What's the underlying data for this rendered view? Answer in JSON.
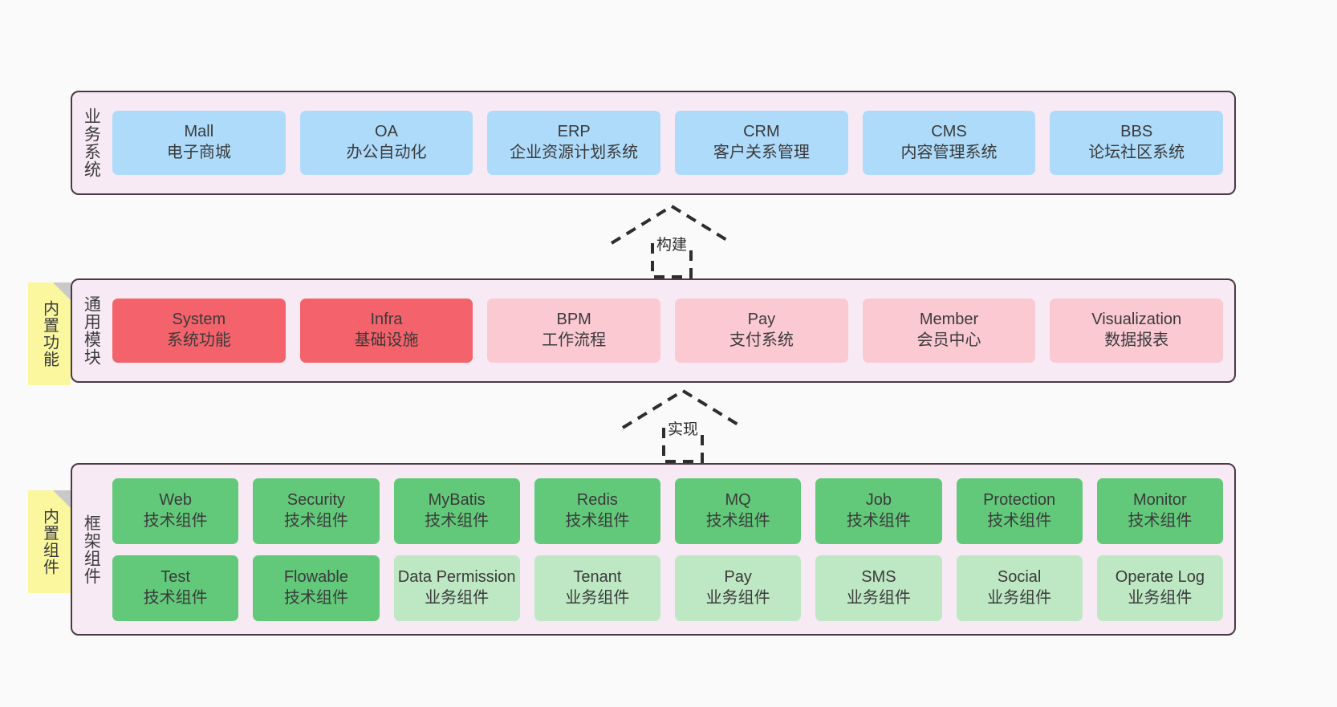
{
  "diagram": {
    "background": "#FAFAFA",
    "panel_bg": "#F7EAF4",
    "panel_border": "#4A3A44",
    "note_bg": "#FAF79E",
    "colors": {
      "blue": "#AEDBFA",
      "red_strong": "#F4636B",
      "red_light": "#FBC9D2",
      "green_strong": "#63C97A",
      "green_light": "#BEE8C4"
    }
  },
  "layers": [
    {
      "key": "business",
      "label": "业务系统",
      "note": null,
      "rows": [
        {
          "items": [
            {
              "en": "Mall",
              "cn": "电子商城",
              "color": "blue"
            },
            {
              "en": "OA",
              "cn": "办公自动化",
              "color": "blue"
            },
            {
              "en": "ERP",
              "cn": "企业资源计划系统",
              "color": "blue"
            },
            {
              "en": "CRM",
              "cn": "客户关系管理",
              "color": "blue"
            },
            {
              "en": "CMS",
              "cn": "内容管理系统",
              "color": "blue"
            },
            {
              "en": "BBS",
              "cn": "论坛社区系统",
              "color": "blue"
            }
          ]
        }
      ]
    },
    {
      "key": "common-modules",
      "label": "通用模块",
      "note": "内置功能",
      "rows": [
        {
          "items": [
            {
              "en": "System",
              "cn": "系统功能",
              "color": "red_strong"
            },
            {
              "en": "Infra",
              "cn": "基础设施",
              "color": "red_strong"
            },
            {
              "en": "BPM",
              "cn": "工作流程",
              "color": "red_light"
            },
            {
              "en": "Pay",
              "cn": "支付系统",
              "color": "red_light"
            },
            {
              "en": "Member",
              "cn": "会员中心",
              "color": "red_light"
            },
            {
              "en": "Visualization",
              "cn": "数据报表",
              "color": "red_light"
            }
          ]
        }
      ]
    },
    {
      "key": "framework-components",
      "label": "框架组件",
      "note": "内置组件",
      "rows": [
        {
          "items": [
            {
              "en": "Web",
              "cn": "技术组件",
              "color": "green_strong"
            },
            {
              "en": "Security",
              "cn": "技术组件",
              "color": "green_strong"
            },
            {
              "en": "MyBatis",
              "cn": "技术组件",
              "color": "green_strong"
            },
            {
              "en": "Redis",
              "cn": "技术组件",
              "color": "green_strong"
            },
            {
              "en": "MQ",
              "cn": "技术组件",
              "color": "green_strong"
            },
            {
              "en": "Job",
              "cn": "技术组件",
              "color": "green_strong"
            },
            {
              "en": "Protection",
              "cn": "技术组件",
              "color": "green_strong"
            },
            {
              "en": "Monitor",
              "cn": "技术组件",
              "color": "green_strong"
            }
          ]
        },
        {
          "items": [
            {
              "en": "Test",
              "cn": "技术组件",
              "color": "green_strong"
            },
            {
              "en": "Flowable",
              "cn": "技术组件",
              "color": "green_strong"
            },
            {
              "en": "Data Permission",
              "cn": "业务组件",
              "color": "green_light"
            },
            {
              "en": "Tenant",
              "cn": "业务组件",
              "color": "green_light"
            },
            {
              "en": "Pay",
              "cn": "业务组件",
              "color": "green_light"
            },
            {
              "en": "SMS",
              "cn": "业务组件",
              "color": "green_light"
            },
            {
              "en": "Social",
              "cn": "业务组件",
              "color": "green_light"
            },
            {
              "en": "Operate Log",
              "cn": "业务组件",
              "color": "green_light"
            }
          ]
        }
      ]
    }
  ],
  "connectors": [
    {
      "key": "build",
      "label": "构建"
    },
    {
      "key": "implement",
      "label": "实现"
    }
  ]
}
